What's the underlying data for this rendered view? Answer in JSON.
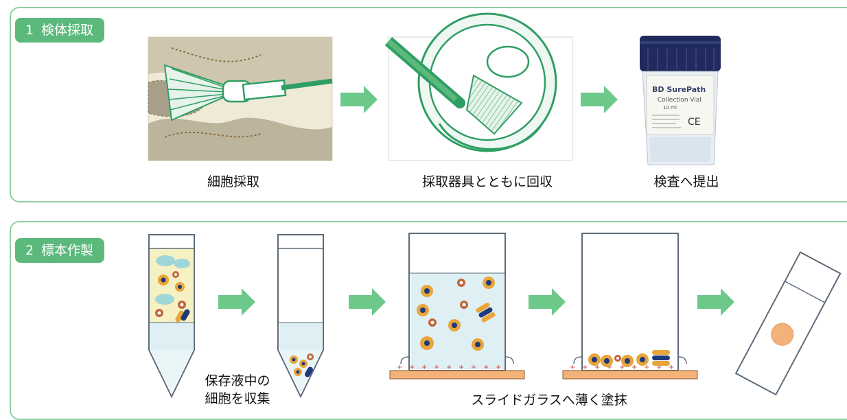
{
  "section1": {
    "badge_number": "1",
    "badge_label": "検体採取",
    "captions": {
      "cell_sampling": "細胞採取",
      "collect_with_tool": "採取器具とともに回収",
      "submit_for_test": "検査へ提出"
    },
    "vial": {
      "brand": "BD SurePath",
      "line1": "Collection Vial",
      "line2": "10 ml",
      "mark": "CE"
    }
  },
  "section2": {
    "badge_number": "2",
    "badge_label": "標本作製",
    "captions": {
      "collect_cells_line1": "保存液中の",
      "collect_cells_line2": "細胞を収集",
      "smear_on_slide": "スライドガラスへ薄く塗抹"
    }
  },
  "colors": {
    "accent_green": "#5cb97c",
    "panel_border": "#8fcfa3",
    "arrow_green": "#6cc98a",
    "cell_orange": "#e8a53a",
    "nucleus_navy": "#1f3a7a",
    "slide_plate": "#f2b27a"
  }
}
